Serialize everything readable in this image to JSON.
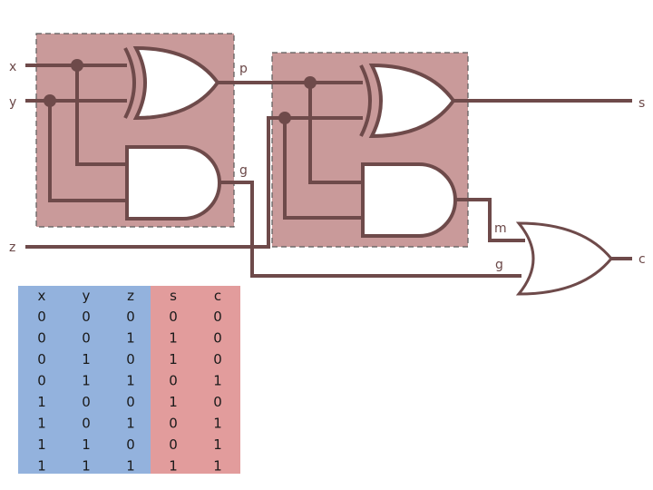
{
  "signals": {
    "x": "x",
    "y": "y",
    "z": "z",
    "p": "p",
    "g_top": "g",
    "s": "s",
    "m": "m",
    "g_bottom": "g",
    "c": "c"
  },
  "colors": {
    "wire": "#6e4a4a",
    "gate_fill": "#ffffff",
    "block_fill": "#c99a9a",
    "block_border": "#5a5a5a",
    "input_col": "#93b2dd",
    "output_col": "#e29c9c"
  },
  "truth_table": {
    "headers": [
      "x",
      "y",
      "z",
      "s",
      "c"
    ],
    "rows": [
      [
        "0",
        "0",
        "0",
        "0",
        "0"
      ],
      [
        "0",
        "0",
        "1",
        "1",
        "0"
      ],
      [
        "0",
        "1",
        "0",
        "1",
        "0"
      ],
      [
        "0",
        "1",
        "1",
        "0",
        "1"
      ],
      [
        "1",
        "0",
        "0",
        "1",
        "0"
      ],
      [
        "1",
        "0",
        "1",
        "0",
        "1"
      ],
      [
        "1",
        "1",
        "0",
        "0",
        "1"
      ],
      [
        "1",
        "1",
        "1",
        "1",
        "1"
      ]
    ]
  }
}
